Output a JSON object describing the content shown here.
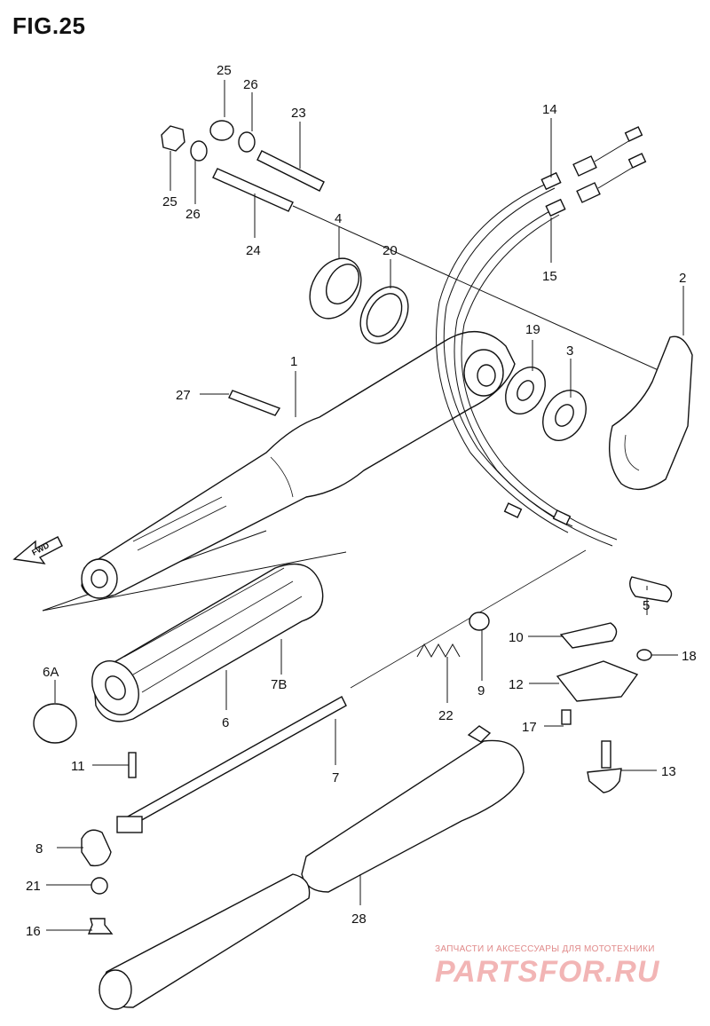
{
  "figure": {
    "title": "FIG.25"
  },
  "fwd_label": "FWD",
  "watermark": {
    "caption": "ЗАПЧАСТИ И АКСЕССУАРЫ ДЛЯ МОТОТЕХНИКИ",
    "logo": "PARTSFOR.RU"
  },
  "callouts": [
    {
      "id": "c1",
      "label": "1"
    },
    {
      "id": "c2",
      "label": "2"
    },
    {
      "id": "c3",
      "label": "3"
    },
    {
      "id": "c4",
      "label": "4"
    },
    {
      "id": "c5",
      "label": "5"
    },
    {
      "id": "c6",
      "label": "6"
    },
    {
      "id": "c6a",
      "label": "6A"
    },
    {
      "id": "c7",
      "label": "7"
    },
    {
      "id": "c7b",
      "label": "7B"
    },
    {
      "id": "c8",
      "label": "8"
    },
    {
      "id": "c9",
      "label": "9"
    },
    {
      "id": "c10",
      "label": "10"
    },
    {
      "id": "c11",
      "label": "11"
    },
    {
      "id": "c12",
      "label": "12"
    },
    {
      "id": "c13",
      "label": "13"
    },
    {
      "id": "c14",
      "label": "14"
    },
    {
      "id": "c15",
      "label": "15"
    },
    {
      "id": "c16",
      "label": "16"
    },
    {
      "id": "c17",
      "label": "17"
    },
    {
      "id": "c18",
      "label": "18"
    },
    {
      "id": "c19",
      "label": "19"
    },
    {
      "id": "c20",
      "label": "20"
    },
    {
      "id": "c21",
      "label": "21"
    },
    {
      "id": "c22",
      "label": "22"
    },
    {
      "id": "c23",
      "label": "23"
    },
    {
      "id": "c24",
      "label": "24"
    },
    {
      "id": "c25a",
      "label": "25"
    },
    {
      "id": "c25b",
      "label": "25"
    },
    {
      "id": "c26a",
      "label": "26"
    },
    {
      "id": "c26b",
      "label": "26"
    },
    {
      "id": "c27",
      "label": "27"
    },
    {
      "id": "c28",
      "label": "28"
    }
  ]
}
